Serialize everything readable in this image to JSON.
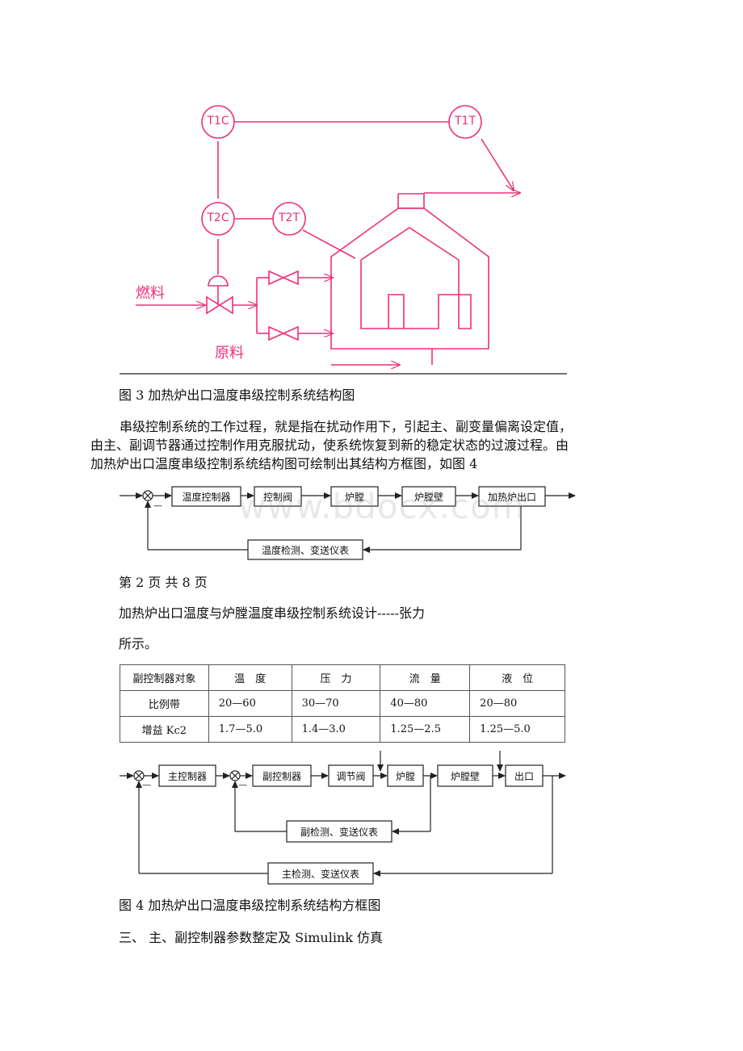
{
  "figure3": {
    "tags": {
      "t1c": "T1C",
      "t1t": "T1T",
      "t2c": "T2C",
      "t2t": "T2T"
    },
    "fuel": "燃料",
    "raw": "原料",
    "caption": "图 3 加热炉出口温度串级控制系统结构图",
    "color": "#ee2e7a"
  },
  "paragraph": {
    "line1": "串级控制系统的工作过程，就是指在扰动作用下，引起主、副变量偏离设定值，",
    "line2": "由主、副调节器通过控制作用克服扰动，使系统恢复到新的稳定状态的过渡过程。由",
    "line3": "加热炉出口温度串级控制系统结构图可绘制出其结构方框图，如图 4"
  },
  "block1": {
    "blocks": [
      "温度控制器",
      "控制阀",
      "炉膛",
      "炉膛壁",
      "加热炉出口"
    ],
    "feedback": "温度检测、变送仪表",
    "minus": "—"
  },
  "watermark": "www.bdocx.com",
  "page_footer": "第 2 页  共 8 页",
  "doc_title": "加热炉出口温度与炉膛温度串级控制系统设计-----张力",
  "continuation": "所示。",
  "table": {
    "headers": [
      "副控制器对象",
      "温　度",
      "压　力",
      "流　量",
      "液　位"
    ],
    "rows": [
      [
        "比例带",
        "20—60",
        "30—70",
        "40—80",
        "20—80"
      ],
      [
        "增益 Kc2",
        "1.7—5.0",
        "1.4—3.0",
        "1.25—2.5",
        "1.25—5.0"
      ]
    ]
  },
  "block2": {
    "blocks": [
      "主控制器",
      "副控制器",
      "调节阀",
      "炉膛",
      "炉膛壁",
      "出口"
    ],
    "inner_feedback": "副检测、变送仪表",
    "outer_feedback": "主检测、变送仪表",
    "minus": "—"
  },
  "figure4_caption": "图 4 加热炉出口温度串级控制系统结构方框图",
  "section_heading": "三、 主、副控制器参数整定及 Simulink 仿真"
}
